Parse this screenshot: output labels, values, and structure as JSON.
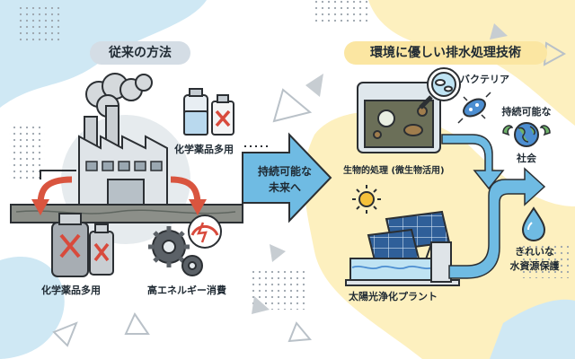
{
  "left_panel": {
    "title": "従来の方法",
    "chemicals_top": "化学薬品多用",
    "chemicals_bottom": "化学薬品多用",
    "energy": "高エネルギー消費"
  },
  "middle_arrow": {
    "line1": "持続可能な",
    "line2": "未来へ"
  },
  "right_panel": {
    "title": "環境に優しい排水処理技術",
    "bacteria": "バクテリア",
    "bio_process": "生物的処理 (微生物活用)",
    "sustainable_line1": "持続可能な",
    "sustainable_line2": "社会",
    "water_line1": "きれいな",
    "water_line2": "水資源保護",
    "solar_plant": "太陽光浄化プラント"
  },
  "colors": {
    "left_pill_bg": "#d4dde5",
    "right_pill_bg": "#fbe6a2",
    "accent_yellow": "#fce7a6",
    "accent_blue": "#a7d7ec",
    "flow_blue": "#6fbbe3",
    "red_x": "#d84a3c",
    "red_arrow": "#d9553f"
  }
}
